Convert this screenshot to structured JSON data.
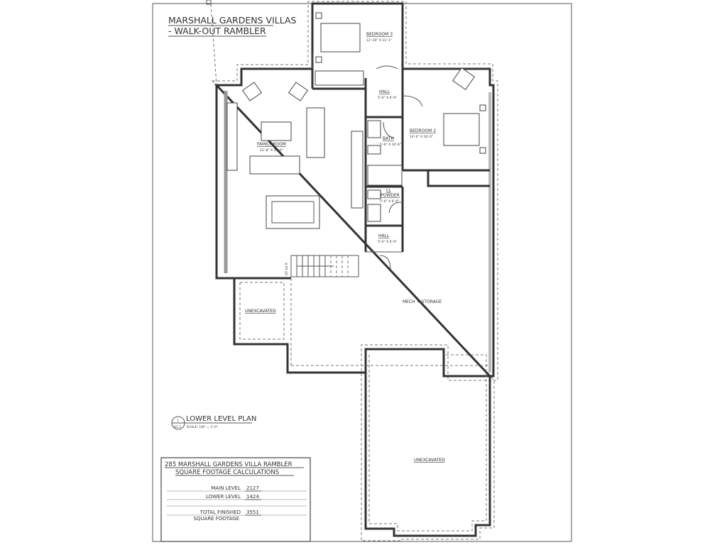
{
  "title": {
    "line1": "MARSHALL GARDENS VILLAS",
    "line2": "- WALK-OUT RAMBLER"
  },
  "rooms": {
    "bedroom3": {
      "name": "BEDROOM 3",
      "dims": "12'-10\" X 11'-1\""
    },
    "family_room": {
      "name": "FAMILY ROOM",
      "dims": "22'-8\" X 33'-6\""
    },
    "hall_upper": {
      "name": "HALL",
      "dims": "5'-6\" X 6'-6\""
    },
    "bath": {
      "name": "BATH",
      "dims": "5'-6\" X 10'-6\""
    },
    "bedroom2": {
      "name": "BEDROOM 2",
      "dims": "14'-0\" X 16'-0\""
    },
    "powder": {
      "name": "POWDER",
      "mark": "LL",
      "dims": "5'-6\" X 6'-0\""
    },
    "hall_lower": {
      "name": "HALL",
      "dims": "5'-6\" X 6'-0\""
    },
    "mech": {
      "name": "MECH + STORAGE"
    },
    "unexcavated_left": {
      "name": "UNEXCAVATED"
    },
    "unexcavated_bottom": {
      "name": "UNEXCAVATED"
    },
    "stair": {
      "label": "UP 14 R"
    }
  },
  "plan_label": {
    "title": "LOWER LEVEL PLAN",
    "scale": "SCALE: 1/8\" = 1'-0\"",
    "tag_top": "1",
    "tag_bottom": "A1.1"
  },
  "sqft": {
    "heading1": "285 MARSHALL GARDENS VILLA RAMBLER",
    "heading2": "SQUARE FOOTAGE CALCULATIONS",
    "rows": [
      {
        "label": "MAIN LEVEL",
        "value": "2127"
      },
      {
        "label": "LOWER LEVEL",
        "value": "1424"
      },
      {
        "label": "TOTAL FINISHED",
        "label2": "SQUARE FOOTAGE",
        "value": "3551"
      }
    ]
  }
}
